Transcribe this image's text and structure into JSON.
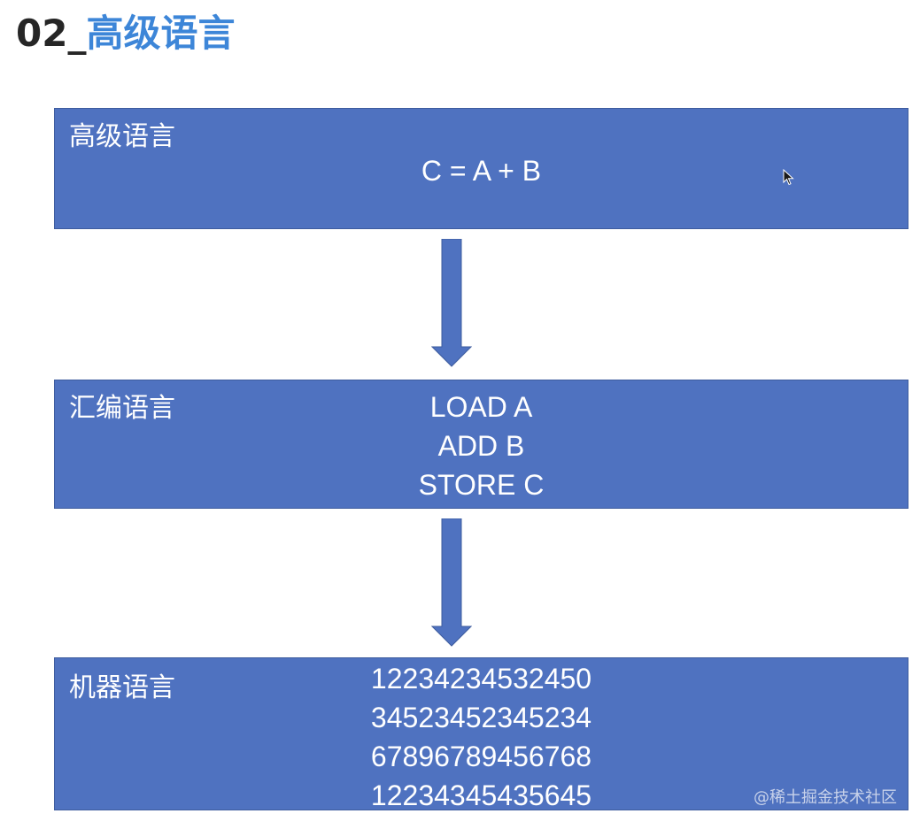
{
  "title": {
    "number": "02_",
    "text": "高级语言"
  },
  "boxes": {
    "high": {
      "label": "高级语言",
      "lines": [
        "C = A + B"
      ]
    },
    "assembly": {
      "label": "汇编语言",
      "lines": [
        "LOAD A",
        "ADD B",
        "STORE C"
      ]
    },
    "machine": {
      "label": "机器语言",
      "lines": [
        "12234234532450",
        "34523452345234",
        "67896789456768",
        "12234345435645"
      ]
    }
  },
  "watermark": "@稀土掘金技术社区",
  "colors": {
    "box_fill": "#4f72c0",
    "arrow_fill": "#4f72c0",
    "title_accent": "#3d86d8",
    "title_number": "#262626"
  },
  "icons": {
    "arrow": "arrow-down-icon",
    "cursor": "mouse-pointer-icon"
  }
}
